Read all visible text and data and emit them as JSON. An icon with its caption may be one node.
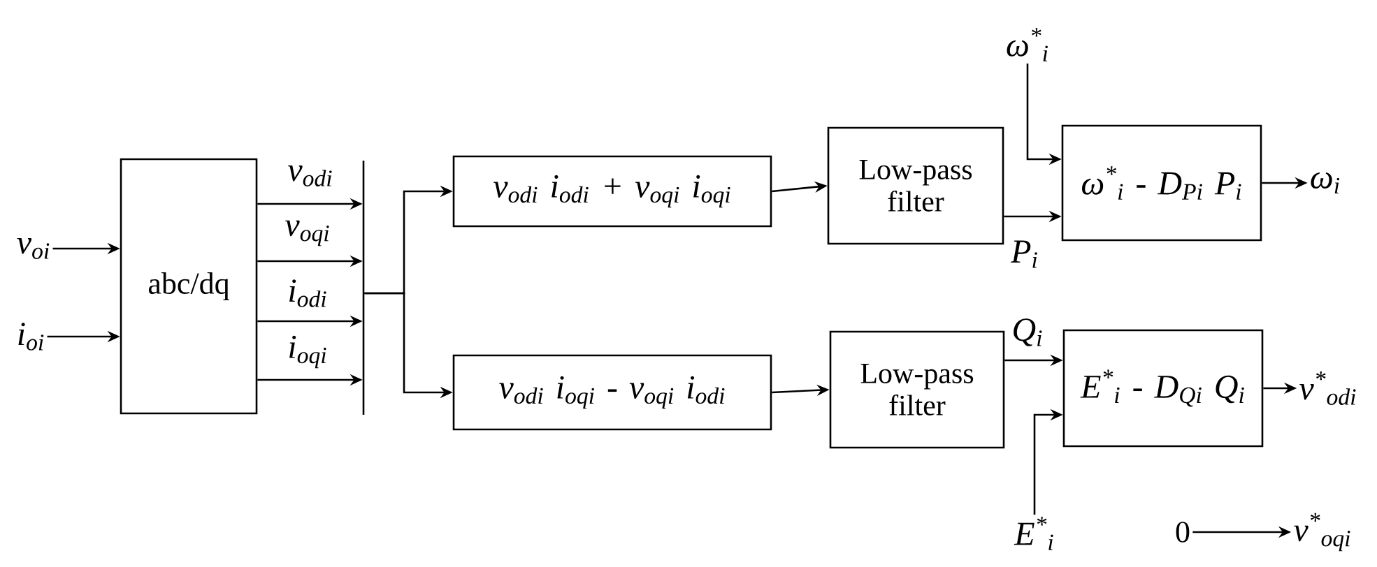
{
  "diagram": {
    "nodes": [
      {
        "text": [
          "v$_{oi}$"
        ]
      },
      {
        "text": [
          "i$_{oi}$"
        ]
      },
      {
        "text": [
          "abc/dq"
        ]
      },
      {
        "text": [],
        "shape": "bar"
      },
      {
        "text": [
          "v$_{odi}$ i$_{odi}$ + v$_{oqi}$ i$_{oqi}$"
        ]
      },
      {
        "text": [
          "v$_{odi}$ i$_{oqi}$ - v$_{oqi}$ i$_{odi}$"
        ]
      },
      {
        "text": [
          "Low-pass filter"
        ]
      },
      {
        "text": [
          "Low-pass filter"
        ]
      },
      {
        "text": [
          "ω$^{*}$$_{i}$"
        ]
      },
      {
        "text": [
          "ω$^{*}$$_{i}$ - D$_{Pi}$ P$_{i}$"
        ]
      },
      {
        "text": [
          "ω$_{i}$"
        ]
      },
      {
        "text": [
          "E$^{*}$$_{i}$"
        ]
      },
      {
        "text": [
          "E$^{*}$$_{i}$ - D$_{Qi}$ Q$_{i}$"
        ]
      },
      {
        "text": [
          "v$^{*}$$_{odi}$"
        ]
      },
      {
        "text": [
          "0"
        ]
      },
      {
        "text": [
          "v$^{*}$$_{oqi}$"
        ]
      }
    ],
    "edges": [
      {
        "from": 0,
        "to": 2,
        "arrow": "to"
      },
      {
        "from": 1,
        "to": 2,
        "arrow": "to"
      },
      {
        "from": 2,
        "to": 3,
        "arrow": "to",
        "label": "v$_{odi}$"
      },
      {
        "from": 2,
        "to": 3,
        "arrow": "to",
        "label": "v$_{oqi}$"
      },
      {
        "from": 2,
        "to": 3,
        "arrow": "to",
        "label": "i$_{odi}$"
      },
      {
        "from": 2,
        "to": 3,
        "arrow": "to",
        "label": "i$_{oqi}$"
      },
      {
        "from": 3,
        "to": 4,
        "arrow": "to"
      },
      {
        "from": 3,
        "to": 5,
        "arrow": "to"
      },
      {
        "from": 4,
        "to": 6,
        "arrow": "to"
      },
      {
        "from": 5,
        "to": 7,
        "arrow": "to"
      },
      {
        "from": 6,
        "to": 9,
        "arrow": "to",
        "label": "P$_{i}$"
      },
      {
        "from": 8,
        "to": 9,
        "arrow": "to"
      },
      {
        "from": 9,
        "to": 10,
        "arrow": "to"
      },
      {
        "from": 7,
        "to": 12,
        "arrow": "to",
        "label": "Q$_{i}$"
      },
      {
        "from": 11,
        "to": 12,
        "arrow": "to"
      },
      {
        "from": 12,
        "to": 13,
        "arrow": "to"
      },
      {
        "from": 14,
        "to": 15,
        "arrow": "to"
      }
    ]
  }
}
